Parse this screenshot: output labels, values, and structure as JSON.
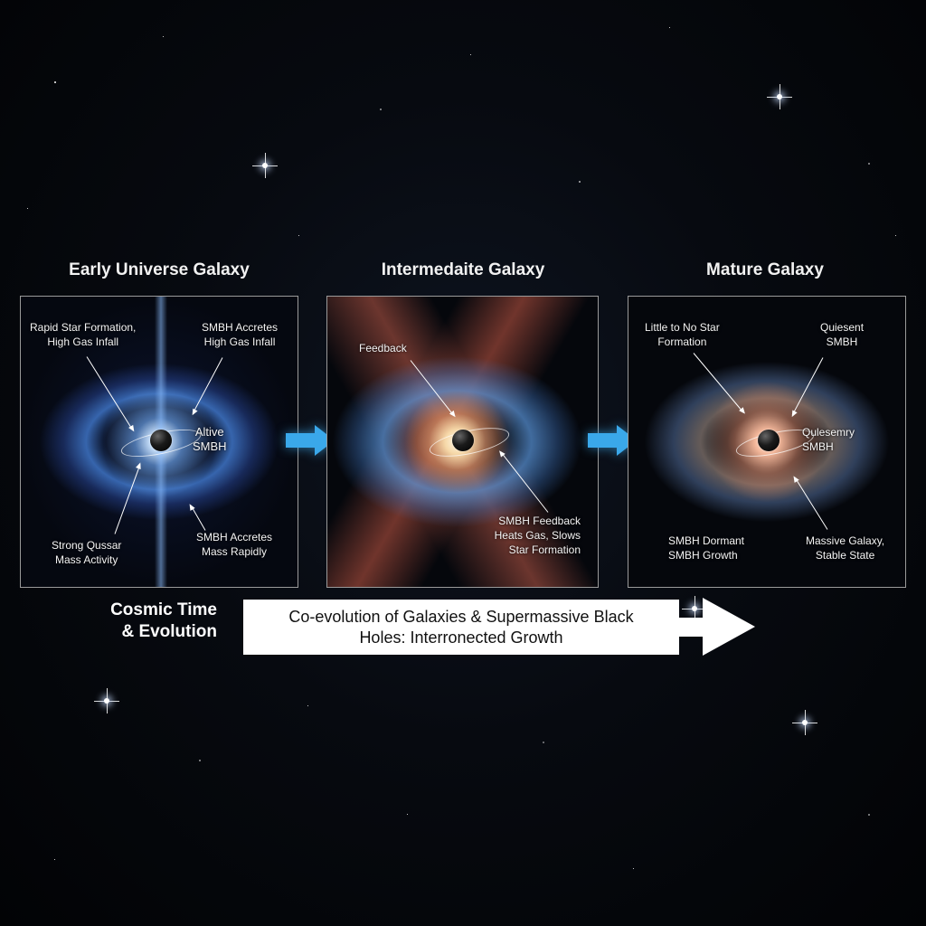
{
  "diagram": {
    "title": "Co-evolution of Galaxies & Supermassive Black Holes: Interronected Growth",
    "timeline_label": [
      "Cosmic Time",
      "& Evolution"
    ],
    "timeline_arrow_text": [
      "Co-evolution of Galaxies & Supermassive Black",
      "Holes: Interronected Growth"
    ],
    "colors": {
      "background": "#05070c",
      "connector_arrow": "#3aa8ea",
      "panel_border": "#9a9a9a",
      "timeline_arrow": "#ffffff",
      "text": "#f4f4f4"
    },
    "panels": [
      {
        "title": "Early Universe Galaxy",
        "labels": {
          "top_left": [
            "Rapid Star Formation,",
            "High Gas Infall"
          ],
          "top_right": [
            "SMBH Accretes",
            "High Gas Infall"
          ],
          "center": [
            "Altive",
            "SMBH"
          ],
          "bottom_left": [
            "Strong Qussar",
            "Mass Activity"
          ],
          "bottom_right": [
            "SMBH Accretes",
            "Mass Rapidly"
          ]
        }
      },
      {
        "title": "Intermedaite Galaxy",
        "labels": {
          "top_left": [
            "Feedback"
          ],
          "bottom_right": [
            "SMBH Feedback",
            "Heats Gas, Slows",
            "Star Formation"
          ]
        }
      },
      {
        "title": "Mature Galaxy",
        "labels": {
          "top_left": [
            "Little to No Star",
            "Formation"
          ],
          "top_right": [
            "Quiesent",
            "SMBH"
          ],
          "center": [
            "Qulesemry",
            "SMBH"
          ],
          "bottom_left": [
            "SMBH Dormant",
            "SMBH Growth"
          ],
          "bottom_right": [
            "Massive Galaxy,",
            "Stable State"
          ]
        }
      }
    ]
  }
}
